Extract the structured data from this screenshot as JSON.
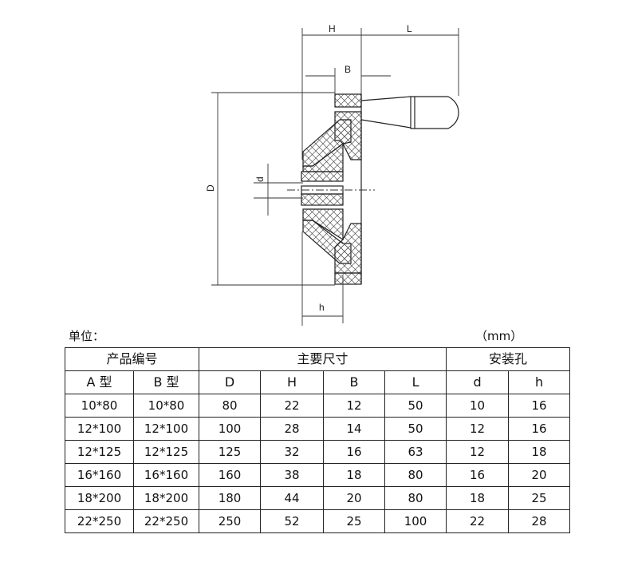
{
  "drawing": {
    "labels": {
      "H": "H",
      "L": "L",
      "B": "B",
      "D": "D",
      "d": "d",
      "h": "h"
    }
  },
  "unit": {
    "label": "单位：",
    "value": "（mm）"
  },
  "table": {
    "group_headers": [
      "产品编号",
      "主要尺寸",
      "安装孔"
    ],
    "columns": [
      "A 型",
      "B 型",
      "D",
      "H",
      "B",
      "L",
      "d",
      "h"
    ],
    "rows": [
      [
        "10*80",
        "10*80",
        "80",
        "22",
        "12",
        "50",
        "10",
        "16"
      ],
      [
        "12*100",
        "12*100",
        "100",
        "28",
        "14",
        "50",
        "12",
        "16"
      ],
      [
        "12*125",
        "12*125",
        "125",
        "32",
        "16",
        "63",
        "12",
        "18"
      ],
      [
        "16*160",
        "16*160",
        "160",
        "38",
        "18",
        "80",
        "16",
        "20"
      ],
      [
        "18*200",
        "18*200",
        "180",
        "44",
        "20",
        "80",
        "18",
        "25"
      ],
      [
        "22*250",
        "22*250",
        "250",
        "52",
        "25",
        "100",
        "22",
        "28"
      ]
    ]
  }
}
